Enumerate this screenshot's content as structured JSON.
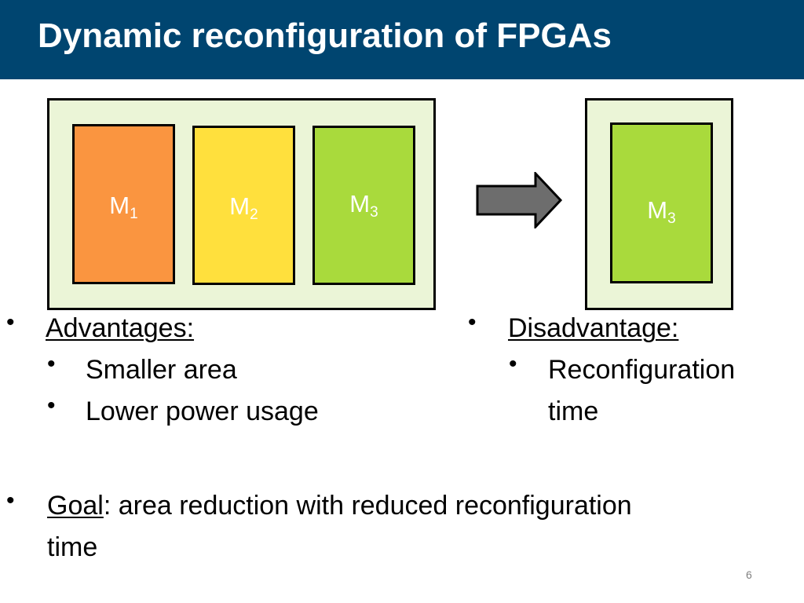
{
  "slide": {
    "title": "Dynamic reconfiguration of FPGAs",
    "page_number": "6"
  },
  "diagram": {
    "before": {
      "modules": [
        {
          "letter": "M",
          "index": "1",
          "color": "#fa9540"
        },
        {
          "letter": "M",
          "index": "2",
          "color": "#ffe03d"
        },
        {
          "letter": "M",
          "index": "3",
          "color": "#a9da3c"
        }
      ]
    },
    "after": {
      "modules": [
        {
          "letter": "M",
          "index": "3",
          "color": "#a9da3c"
        }
      ]
    },
    "colors": {
      "title_bar": "#004570",
      "fpga_background": "#ebf5d7",
      "arrow": "#6d6d6d"
    },
    "arrow_icon": "right-arrow-icon"
  },
  "advantages": {
    "heading": "Advantages:",
    "items": [
      "Smaller area",
      "Lower power usage"
    ]
  },
  "disadvantage": {
    "heading": "Disadvantage:",
    "items": [
      "Reconfiguration",
      "time"
    ]
  },
  "goal": {
    "label": "Goal",
    "text_line1": ": area reduction with reduced reconfiguration",
    "text_line2": "time"
  }
}
